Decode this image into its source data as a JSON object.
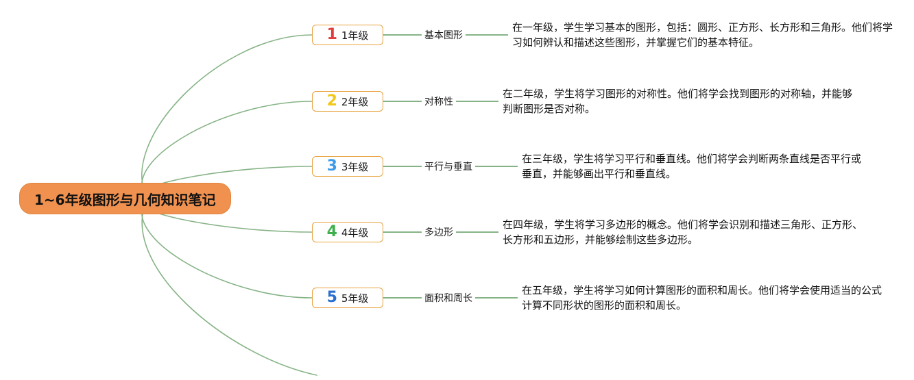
{
  "root": {
    "label": "1~6年级图形与几何知识笔记",
    "bg_color": "#f0914f"
  },
  "branch_color": "#86b386",
  "box_border_color": "#e8a13c",
  "branches": [
    {
      "number": "1",
      "number_color": "#e23c3c",
      "grade": "1年级",
      "topic": "基本图形",
      "description": "在一年级，学生学习基本的图形，包括：圆形、正方形、长方形和三角形。他们将学习如何辨认和描述这些图形，并掌握它们的基本特征。"
    },
    {
      "number": "2",
      "number_color": "#f2c71b",
      "grade": "2年级",
      "topic": "对称性",
      "description": "在二年级，学生将学习图形的对称性。他们将学会找到图形的对称轴，并能够判断图形是否对称。"
    },
    {
      "number": "3",
      "number_color": "#3d9be9",
      "grade": "3年级",
      "topic": "平行与垂直",
      "description": "在三年级，学生将学习平行和垂直线。他们将学会判断两条直线是否平行或垂直，并能够画出平行和垂直线。"
    },
    {
      "number": "4",
      "number_color": "#3faf4e",
      "grade": "4年级",
      "topic": "多边形",
      "description": "在四年级，学生将学习多边形的概念。他们将学会识别和描述三角形、正方形、长方形和五边形，并能够绘制这些多边形。"
    },
    {
      "number": "5",
      "number_color": "#2b6fce",
      "grade": "5年级",
      "topic": "面积和周长",
      "description": "在五年级，学生将学习如何计算图形的面积和周长。他们将学会使用适当的公式计算不同形状的图形的面积和周长。"
    }
  ]
}
